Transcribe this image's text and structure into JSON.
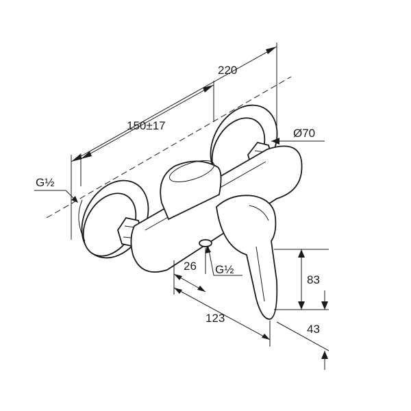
{
  "dimensions": {
    "overall_width": "220",
    "center_distance": "150±17",
    "rosette_diameter": "Ø70",
    "inlet_thread": "G½",
    "outlet_thread": "G½",
    "outlet_offset": "26",
    "lever_projection": "123",
    "lever_height": "83",
    "outlet_height": "43"
  }
}
